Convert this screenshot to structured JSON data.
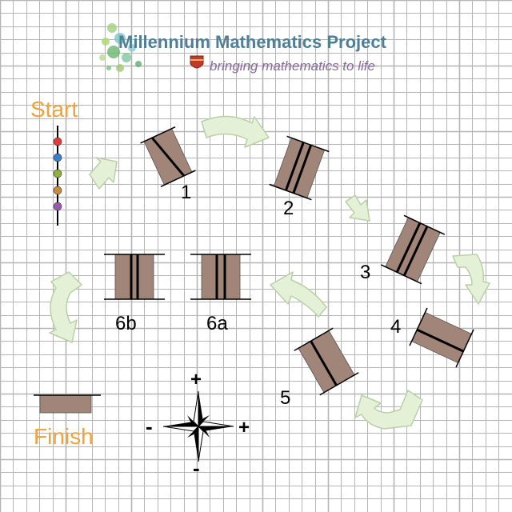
{
  "header": {
    "title": "Millennium Mathematics Project",
    "tagline": "bringing mathematics to life"
  },
  "labels": {
    "start": "Start",
    "finish": "Finish",
    "step_1": "1",
    "step_2": "2",
    "step_3": "3",
    "step_4": "4",
    "step_5": "5",
    "step_6a": "6a",
    "step_6b": "6b"
  },
  "compass": {
    "plus_top": "+",
    "plus_right": "+",
    "minus_left": "-",
    "minus_bottom": "-"
  },
  "colors": {
    "grid": "#b5b5b5",
    "title": "#4f7f96",
    "tagline": "#8a6a9a",
    "start_finish": "#f2a23a",
    "strip": "#a08578",
    "arrow_fill": "#e4f1d6",
    "arrow_stroke": "#b9d0a6",
    "beads": [
      "#e23b3b",
      "#3a7fd0",
      "#8fb33a",
      "#c98a3c",
      "#9a58b0"
    ]
  }
}
